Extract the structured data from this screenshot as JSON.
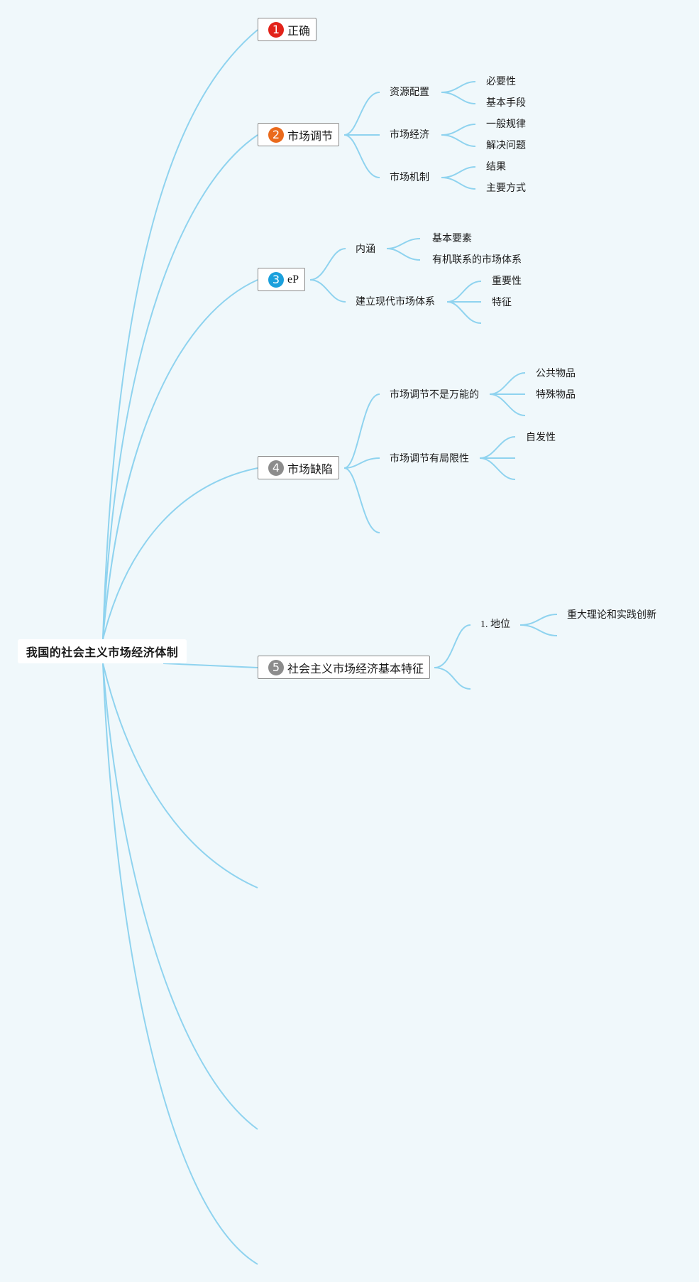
{
  "root": {
    "label": "我国的社会主义市场经济体制"
  },
  "topics": [
    {
      "key": "t1",
      "num": "1",
      "label": "正确",
      "badge_color": "#e2231a"
    },
    {
      "key": "t2",
      "num": "2",
      "label": "市场调节",
      "badge_color": "#ea6a1c"
    },
    {
      "key": "t3",
      "num": "3",
      "label": "eP",
      "badge_color": "#1ba0dc"
    },
    {
      "key": "t4",
      "num": "4",
      "label": "市场缺陷",
      "badge_color": "#8c8c8c"
    },
    {
      "key": "t5",
      "num": "5",
      "label": "社会主义市场经济基本特征",
      "badge_color": "#8c8c8c"
    }
  ],
  "subtopics": {
    "ziyuan": "资源配置",
    "shichang_jingji": "市场经济",
    "shichang_jizhi": "市场机制",
    "neihan": "内涵",
    "jianli": "建立现代市场体系",
    "buwanneng": "市场调节不是万能的",
    "juxianxing": "市场调节有局限性",
    "diwei": "1. 地位"
  },
  "leaves": {
    "biyaoxing": "必要性",
    "jiben_shouduan": "基本手段",
    "yiban_guilv": "一般规律",
    "jiejue_wenti": "解决问题",
    "jieguo": "结果",
    "zhuyao_fangshi": "主要方式",
    "jiben_yaosu": "基本要素",
    "youji_lianxi": "有机联系的市场体系",
    "zhongyaoxing": "重要性",
    "tezheng": "特征",
    "gonggong_wupin": "公共物品",
    "teshu_wupin": "特殊物品",
    "zifaxing": "自发性",
    "zhongda_lilun": "重大理论和实践创新"
  },
  "colors": {
    "link": "#8fd3ef",
    "background": "#f0f8fb"
  }
}
